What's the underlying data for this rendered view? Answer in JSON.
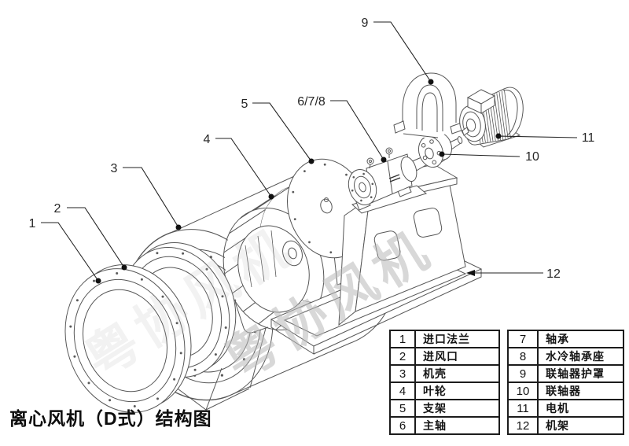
{
  "title": "离心风机（D式）结构图",
  "watermark": {
    "text": "粤协风机"
  },
  "callouts": {
    "c1": "1",
    "c2": "2",
    "c3": "3",
    "c4": "4",
    "c5": "5",
    "c678": "6/7/8",
    "c9": "9",
    "c10": "10",
    "c11": "11",
    "c12": "12"
  },
  "parts_table": {
    "left": [
      {
        "no": "1",
        "name": "进口法兰"
      },
      {
        "no": "2",
        "name": "进风口"
      },
      {
        "no": "3",
        "name": "机壳"
      },
      {
        "no": "4",
        "name": "叶轮"
      },
      {
        "no": "5",
        "name": "支架"
      },
      {
        "no": "6",
        "name": "主轴"
      }
    ],
    "right": [
      {
        "no": "7",
        "name": "轴承"
      },
      {
        "no": "8",
        "name": "水冷轴承座"
      },
      {
        "no": "9",
        "name": "联轴器护罩"
      },
      {
        "no": "10",
        "name": "联轴器"
      },
      {
        "no": "11",
        "name": "电机"
      },
      {
        "no": "12",
        "name": "机架"
      }
    ]
  },
  "colors": {
    "line": "#565656",
    "callout": "#222222",
    "watermark": "#b9b9b9"
  }
}
